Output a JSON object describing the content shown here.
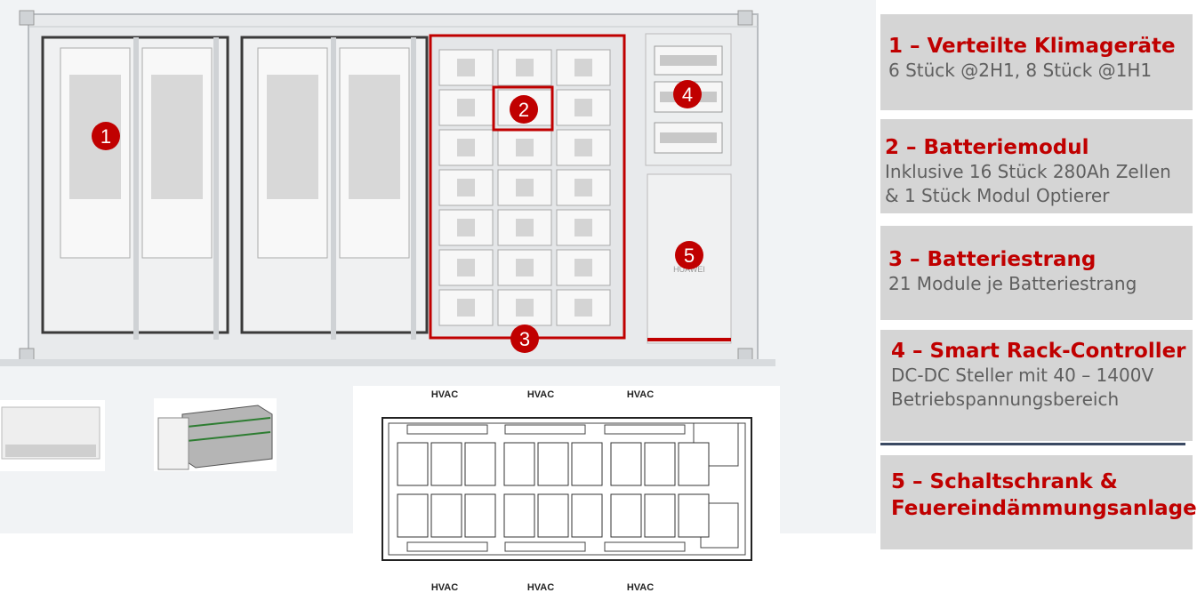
{
  "markers": [
    "1",
    "2",
    "3",
    "4",
    "5"
  ],
  "brand_text": "HUAWEI",
  "floorplan_labels": {
    "top": [
      "HVAC",
      "HVAC",
      "HVAC"
    ],
    "bottom": [
      "HVAC",
      "HVAC",
      "HVAC"
    ]
  },
  "cards": [
    {
      "title": "1 – Verteilte Klimageräte",
      "lines": [
        "6 Stück @2H1, 8 Stück @1H1"
      ]
    },
    {
      "title": "2 – Batteriemodul",
      "lines": [
        "Inklusive 16 Stück 280Ah Zellen",
        "& 1 Stück Modul Optierer"
      ]
    },
    {
      "title": "3 – Batteriestrang",
      "lines": [
        "21 Module je Batteriestrang"
      ]
    },
    {
      "title": "4 – Smart Rack-Controller",
      "lines": [
        "DC-DC Steller mit 40 – 1400V",
        "Betriebspannungsbereich"
      ]
    },
    {
      "title": "5 – Schaltschrank & Feuereindämmungsanlage",
      "title_lines": [
        "5 – Schaltschrank &",
        "Feuereindämmungsanlage"
      ],
      "lines": []
    }
  ],
  "colors": {
    "accent": "#c00000",
    "card_bg": "#d5d5d5",
    "text_gray": "#5f5f5f",
    "separator": "#3b4a63"
  }
}
